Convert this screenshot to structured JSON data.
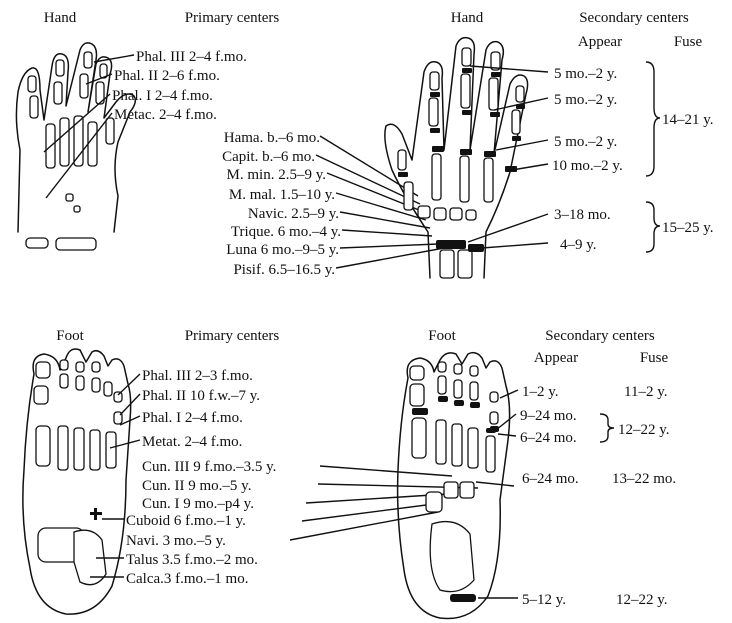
{
  "panels": {
    "hand_primary": {
      "title": "Hand",
      "header": "Primary centers",
      "labels": [
        "Phal. III 2–4 f.mo.",
        "Phal. II 2–6 f.mo.",
        "Phal. I 2–4 f.mo.",
        "Metac. 2–4 f.mo.",
        "Hama. b.–6 mo.",
        "Capit. b.–6 mo.",
        "M. min. 2.5–9 y.",
        "M. mal. 1.5–10 y.",
        "Navic. 2.5–9 y.",
        "Trique. 6 mo.–4 y.",
        "Luna 6 mo.–9–5 y.",
        "Pisif. 6.5–16.5 y."
      ]
    },
    "hand_secondary": {
      "title": "Hand",
      "header": "Secondary centers",
      "col_appear": "Appear",
      "col_fuse": "Fuse",
      "appear": [
        "5 mo.–2 y.",
        "5 mo.–2 y.",
        "5 mo.–2 y.",
        "10 mo.–2 y.",
        "3–18 mo.",
        "4–9 y."
      ],
      "fuse": [
        "14–21 y.",
        "15–25 y."
      ]
    },
    "foot_primary": {
      "title": "Foot",
      "header": "Primary centers",
      "labels": [
        "Phal. III 2–3 f.mo.",
        "Phal. II 10 f.w.–7 y.",
        "Phal. I 2–4 f.mo.",
        "Metat. 2–4 f.mo.",
        "Cun. III 9 f.mo.–3.5 y.",
        "Cun. II 9 mo.–5 y.",
        "Cun. I 9 mo.–p4 y.",
        "Cuboid 6 f.mo.–1 y.",
        "Navi. 3 mo.–5 y.",
        "Talus 3.5 f.mo.–2 mo.",
        "Calca.3 f.mo.–1 mo."
      ]
    },
    "foot_secondary": {
      "title": "Foot",
      "header": "Secondary centers",
      "col_appear": "Appear",
      "col_fuse": "Fuse",
      "appear": [
        "1–2 y.",
        "9–24 mo.",
        "6–24 mo.",
        "6–24 mo.",
        "5–12 y."
      ],
      "fuse": [
        "11–2 y.",
        "12–22 y.",
        "13–22 mo.",
        "12–22 y."
      ]
    }
  }
}
